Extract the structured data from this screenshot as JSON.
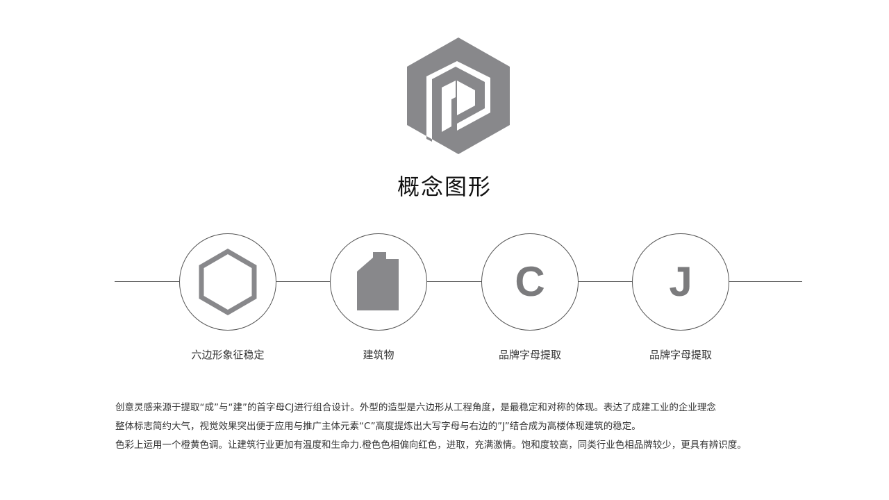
{
  "title": "概念图形",
  "colors": {
    "mark_gray": "#88888b",
    "line": "#555555",
    "text": "#333333"
  },
  "nodes": [
    {
      "icon": "hexagon-outline-icon",
      "label": "六边形象征稳定"
    },
    {
      "icon": "building-icon",
      "label": "建筑物"
    },
    {
      "icon": "letter-c-icon",
      "letter": "C",
      "label": "品牌字母提取"
    },
    {
      "icon": "letter-j-icon",
      "letter": "J",
      "label": "品牌字母提取"
    }
  ],
  "description": [
    "创意灵感来源于提取“成”与“建”的首字母CJ进行组合设计。外型的造型是六边形从工程角度，是最稳定和对称的体现。表达了成建工业的企业理念",
    "整体标志简约大气，视觉效果突出便于应用与推广主体元素“C”高度提炼出大写字母与右边的”J”结合成为高楼体现建筑的稳定。",
    "色彩上运用一个橙黄色调。让建筑行业更加有温度和生命力.橙色色相偏向红色，进取，充满激情。饱和度较高，同类行业色相品牌较少，更具有辨识度。"
  ]
}
